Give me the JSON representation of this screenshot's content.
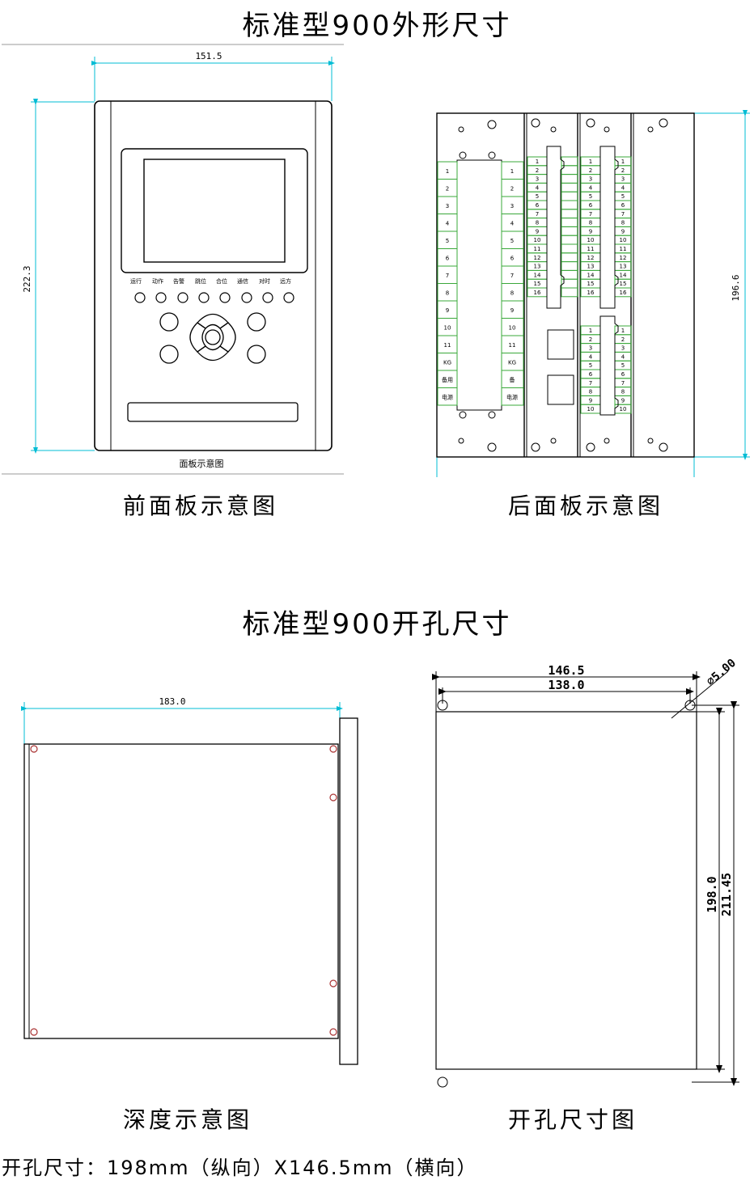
{
  "titles": {
    "outline": "标准型900外形尺寸",
    "cutout": "标准型900开孔尺寸"
  },
  "captions": {
    "front": "前面板示意图",
    "rear": "后面板示意图",
    "depth": "深度示意图",
    "cutout_drawing": "开孔尺寸图",
    "front_small": "面板示意图"
  },
  "front": {
    "width_dim": "151.5",
    "height_dim": "222.3",
    "indicator_labels": [
      "运行",
      "动作",
      "告警",
      "跳位",
      "合位",
      "通信",
      "对时",
      "远方"
    ]
  },
  "rear": {
    "height_dim": "196.6",
    "left_terminals": [
      "1",
      "2",
      "3",
      "4",
      "5",
      "6",
      "7",
      "8",
      "9",
      "10",
      "11",
      "KG",
      "备用",
      "电源"
    ],
    "right_terminals": [
      "1",
      "2",
      "3",
      "4",
      "5",
      "6",
      "7",
      "8",
      "9",
      "10",
      "11",
      "KG",
      "备",
      "电源"
    ],
    "mid_numbers": [
      "1",
      "2",
      "3",
      "4",
      "5",
      "6",
      "7",
      "8",
      "9",
      "10",
      "11",
      "12",
      "13",
      "14",
      "15",
      "16"
    ],
    "lower_numbers": [
      "1",
      "2",
      "3",
      "4",
      "5",
      "6",
      "7",
      "8",
      "9",
      "10"
    ]
  },
  "depth": {
    "depth_dim": "183.0"
  },
  "cutout": {
    "outer_width": "146.5",
    "inner_width": "138.0",
    "hole_dia": "∅5.00",
    "inner_height": "198.0",
    "outer_height": "211.45"
  },
  "footer": {
    "text": "开孔尺寸：198mm（纵向）X146.5mm（横向）"
  }
}
